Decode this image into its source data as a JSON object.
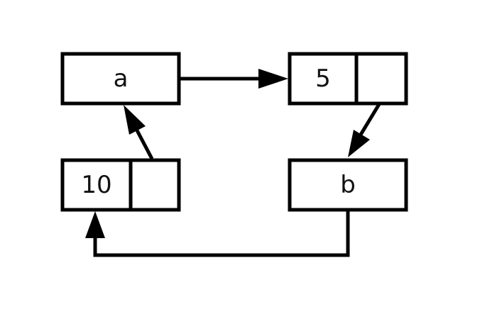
{
  "diagram": {
    "nodes": {
      "a": {
        "label": "a"
      },
      "n5": {
        "label": "5"
      },
      "b": {
        "label": "b"
      },
      "n10": {
        "label": "10"
      }
    },
    "edges": [
      {
        "from": "a",
        "to": "5"
      },
      {
        "from": "5",
        "to": "b"
      },
      {
        "from": "b",
        "to": "10"
      },
      {
        "from": "10",
        "to": "a"
      }
    ],
    "colors": {
      "stroke": "#000000",
      "background": "#ffffff"
    }
  }
}
